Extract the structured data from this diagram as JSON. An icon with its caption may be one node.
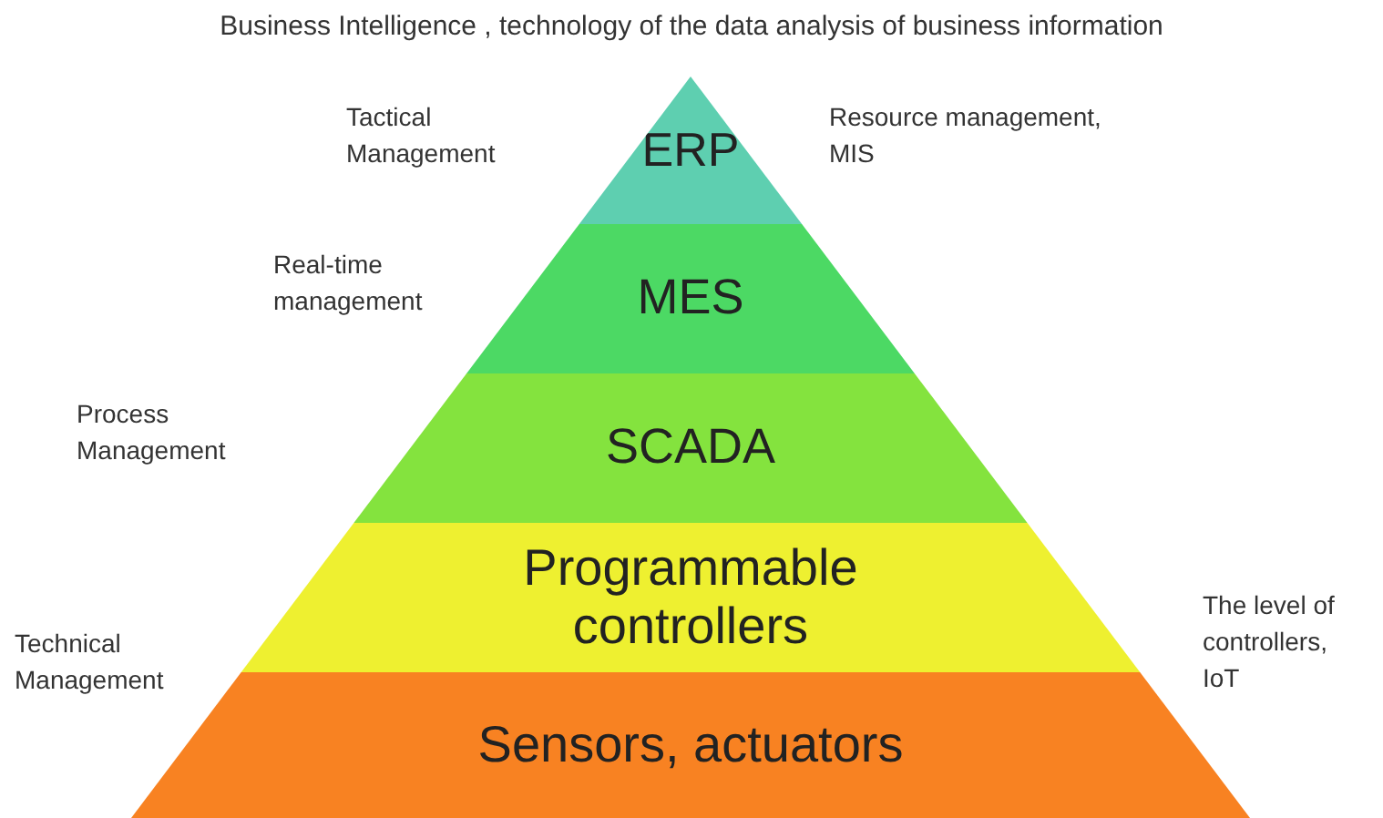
{
  "diagram": {
    "title": "Business Intelligence , technology of the data analysis of business information",
    "nodes": [
      {
        "text": [
          "ERP"
        ]
      },
      {
        "text": [
          "MES"
        ]
      },
      {
        "text": [
          "SCADA"
        ]
      },
      {
        "text": [
          "Programmable controllers"
        ]
      },
      {
        "text": [
          "Sensors, actuators"
        ]
      }
    ],
    "labels": [
      "Tactical Management",
      "Resource management, MIS",
      "Real-time management",
      "Process Management",
      "The level of controllers, IoT",
      "Technical Management"
    ]
  }
}
